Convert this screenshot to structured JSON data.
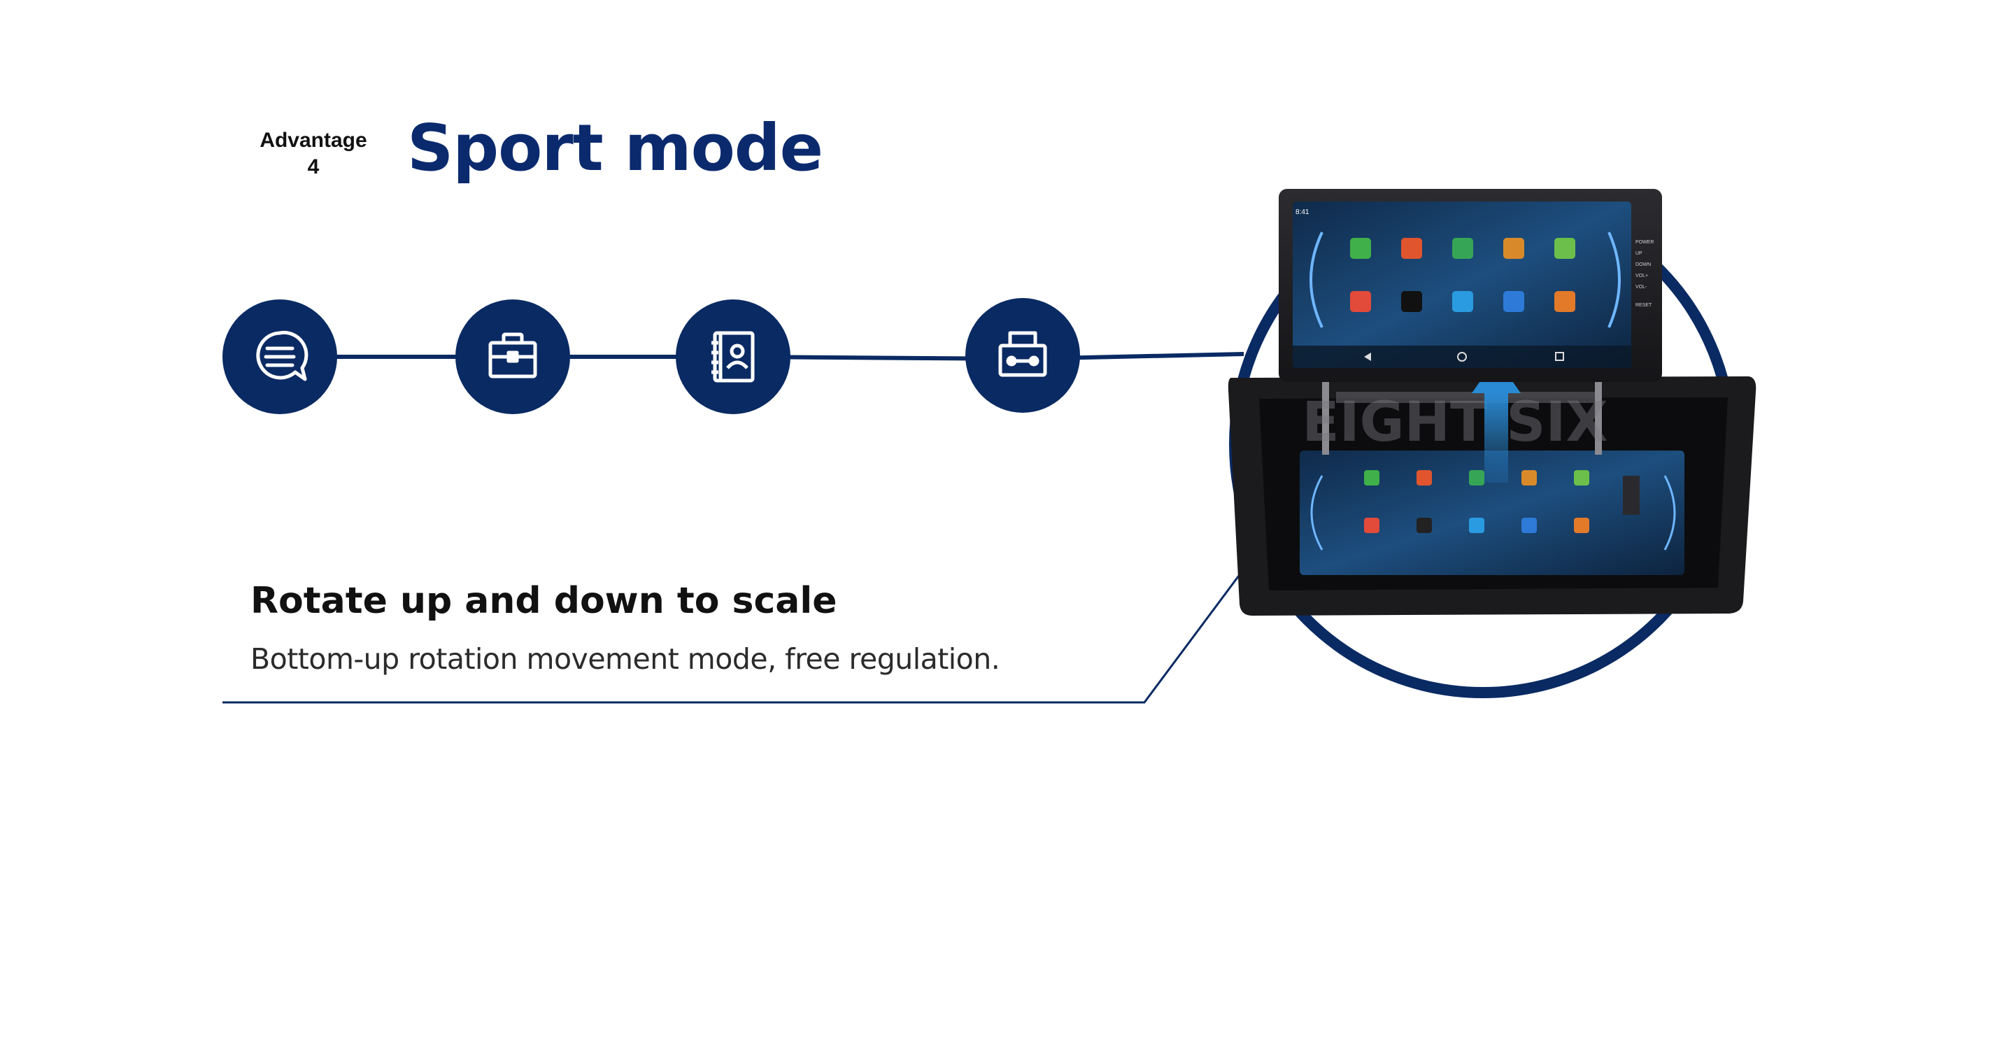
{
  "header": {
    "advantage_line1": "Advantage",
    "advantage_line2": "4",
    "title": "Sport mode"
  },
  "timeline": {
    "icons": [
      {
        "name": "chat-icon"
      },
      {
        "name": "briefcase-icon"
      },
      {
        "name": "contact-book-icon"
      },
      {
        "name": "printer-icon"
      }
    ]
  },
  "feature": {
    "heading": "Rotate up and down to scale",
    "description": "Bottom-up rotation movement mode, free regulation."
  },
  "product": {
    "brand": "EIGHT SIX",
    "status_time": "8:41",
    "side_buttons": [
      "POWER",
      "UP",
      "DOWN",
      "VOL+",
      "VOL-",
      "RESET"
    ],
    "arrow_icon": "arrow-up-icon"
  },
  "colors": {
    "navy": "#0b2a6e",
    "circle": "#0a2a63",
    "text": "#111111",
    "arrow": "#2a8ad4"
  }
}
